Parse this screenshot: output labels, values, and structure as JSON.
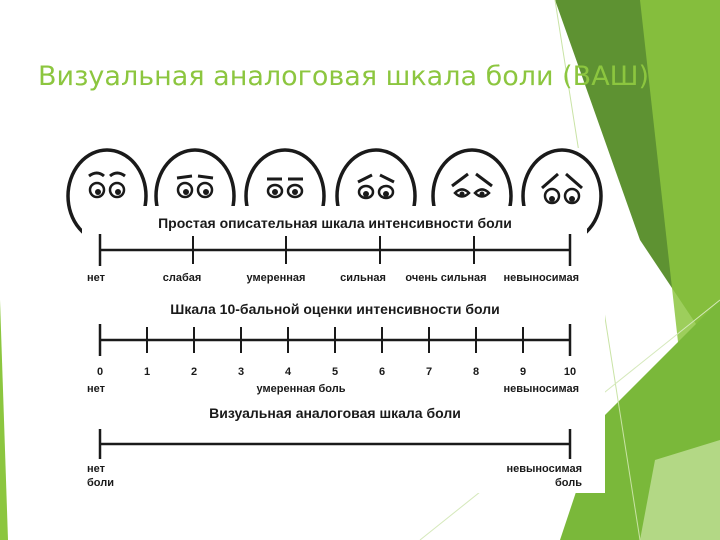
{
  "slide": {
    "title": "Визуальная аналоговая шкала боли (ВАШ)"
  },
  "colors": {
    "title": "#8cc63f",
    "accent_green": "#8cc63f",
    "dark_green": "#5c8f2f",
    "ink": "#1a1a1a"
  },
  "faces": [
    {
      "name": "face-no-pain-icon",
      "mood": "no pain"
    },
    {
      "name": "face-mild-pain-icon",
      "mood": "mild pain"
    },
    {
      "name": "face-moderate-pain-icon",
      "mood": "moderate pain"
    },
    {
      "name": "face-severe-pain-icon",
      "mood": "severe pain"
    },
    {
      "name": "face-very-severe-pain-icon",
      "mood": "very severe pain"
    },
    {
      "name": "face-unbearable-pain-icon",
      "mood": "unbearable pain"
    }
  ],
  "descriptive_scale": {
    "title": "Простая описательная шкала интенсивности боли",
    "labels": [
      "нет",
      "слабая",
      "умеренная",
      "сильная",
      "очень сильная",
      "невыносимая"
    ]
  },
  "numeric_scale": {
    "title": "Шкала 10-бальной оценки интенсивности боли",
    "ticks": [
      "0",
      "1",
      "2",
      "3",
      "4",
      "5",
      "6",
      "7",
      "8",
      "9",
      "10"
    ],
    "label_left": "нет",
    "label_middle": "умеренная боль",
    "label_right": "невыносимая"
  },
  "analog_scale": {
    "title": "Визуальная аналоговая шкала боли",
    "left_line1": "нет",
    "left_line2": "боли",
    "right_line1": "невыносимая",
    "right_line2": "боль"
  }
}
